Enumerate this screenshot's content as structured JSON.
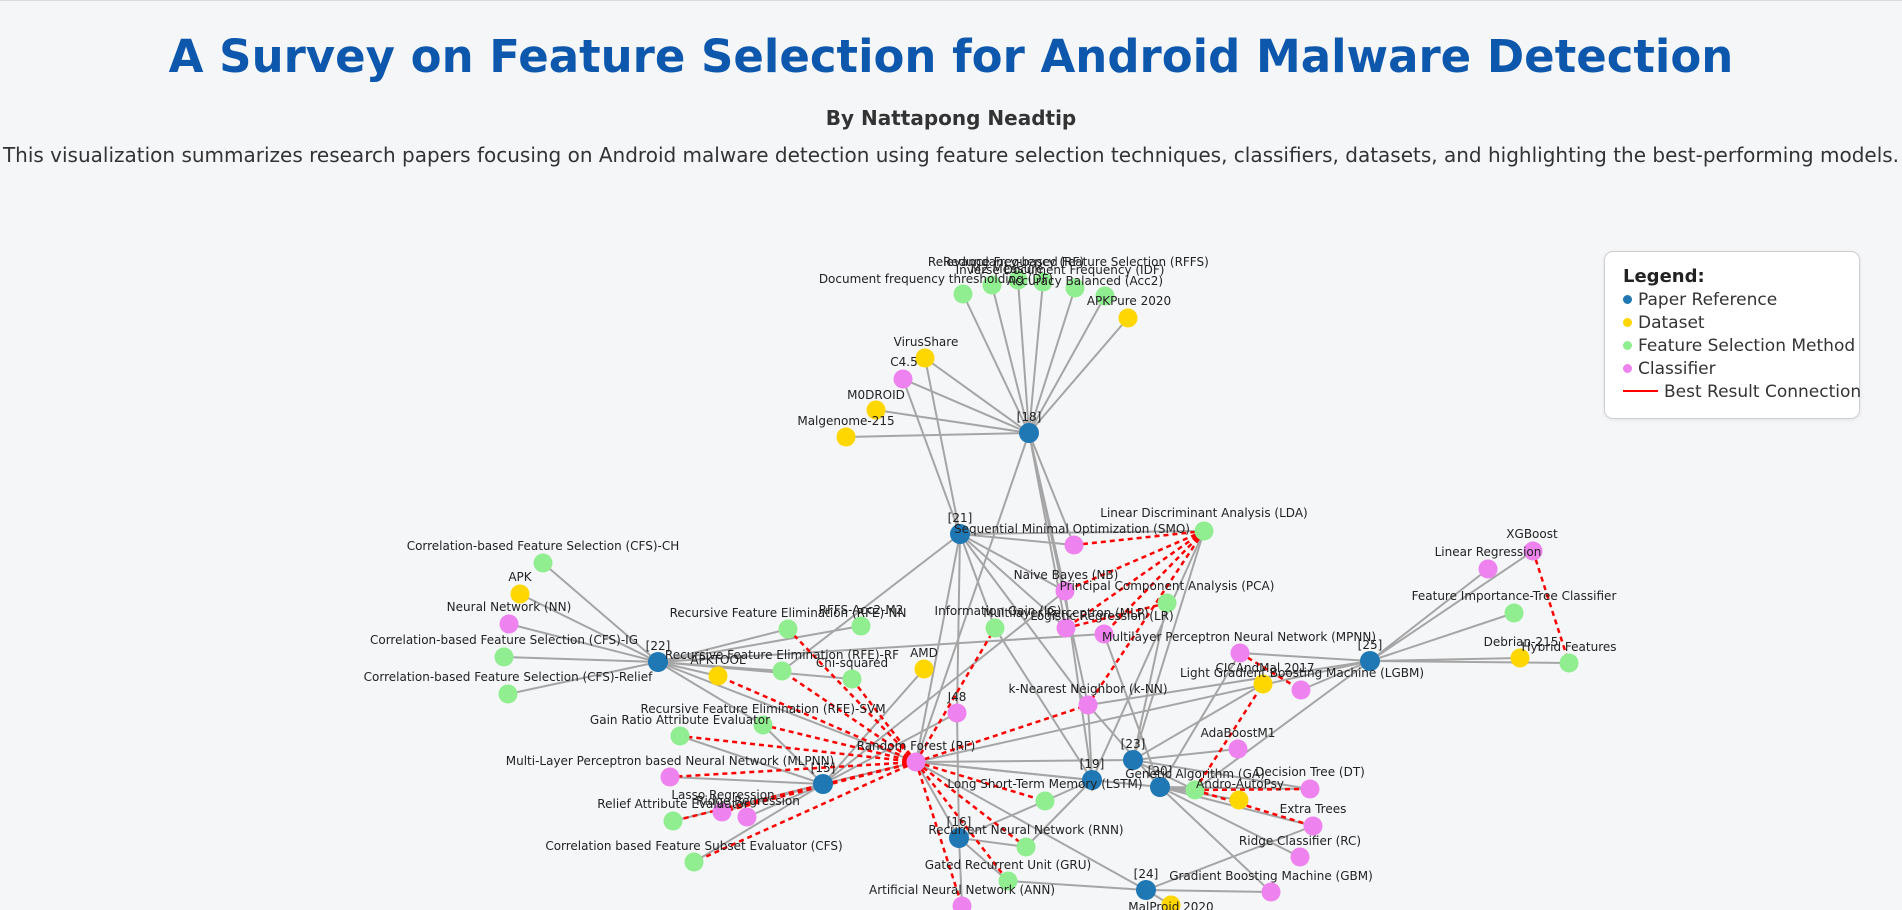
{
  "header": {
    "title": "A Survey on Feature Selection for Android Malware Detection",
    "author": "By Nattapong Neadtip",
    "description": "This visualization summarizes research papers focusing on Android malware detection using feature selection techniques, classifiers, datasets, and highlighting the best-performing models."
  },
  "legend": {
    "title": "Legend:",
    "items": [
      {
        "label": "Paper Reference",
        "color": "#1f77b4",
        "kind": "dot"
      },
      {
        "label": "Dataset",
        "color": "#ffd700",
        "kind": "dot"
      },
      {
        "label": "Feature Selection Method",
        "color": "#90ee90",
        "kind": "dot"
      },
      {
        "label": "Classifier",
        "color": "#ee82ee",
        "kind": "dot"
      },
      {
        "label": "Best Result Connection",
        "color": "#ff0000",
        "kind": "line"
      }
    ]
  },
  "colors": {
    "paper": "#1f77b4",
    "dataset": "#ffd700",
    "feature": "#90ee90",
    "classifier": "#ee82ee",
    "edge": "#a5a5a5",
    "best": "#ff0000"
  },
  "graph": {
    "nodes": [
      {
        "id": "p18",
        "label": "[18]",
        "type": "paper"
      },
      {
        "id": "p21",
        "label": "[21]",
        "type": "paper"
      },
      {
        "id": "p22",
        "label": "[22]",
        "type": "paper"
      },
      {
        "id": "p25",
        "label": "[25]",
        "type": "paper"
      },
      {
        "id": "p15",
        "label": "[15]",
        "type": "paper"
      },
      {
        "id": "p19",
        "label": "[19]",
        "type": "paper"
      },
      {
        "id": "p23",
        "label": "[23]",
        "type": "paper"
      },
      {
        "id": "p20",
        "label": "[20]",
        "type": "paper"
      },
      {
        "id": "p16",
        "label": "[16]",
        "type": "paper"
      },
      {
        "id": "p24",
        "label": "[24]",
        "type": "paper"
      },
      {
        "id": "relevance",
        "label": "Relevance Frequency (RF)",
        "type": "feature"
      },
      {
        "id": "m2",
        "label": "M2 Measure",
        "type": "feature"
      },
      {
        "id": "rrfs",
        "label": "Redundancy-based Feature Selection (RFFS)",
        "type": "feature"
      },
      {
        "id": "idf",
        "label": "Inverse Document Frequency (IDF)",
        "type": "feature"
      },
      {
        "id": "acc2",
        "label": "Accuracy Balanced (Acc2)",
        "type": "feature"
      },
      {
        "id": "dft",
        "label": "Document frequency thresholding (DF)",
        "type": "feature"
      },
      {
        "id": "apkpure",
        "label": "APKPure 2020",
        "type": "dataset"
      },
      {
        "id": "virusshare",
        "label": "VirusShare",
        "type": "dataset"
      },
      {
        "id": "c45",
        "label": "C4.5",
        "type": "classifier"
      },
      {
        "id": "m0droid",
        "label": "M0DROID",
        "type": "dataset"
      },
      {
        "id": "malgenome",
        "label": "Malgenome-215",
        "type": "dataset"
      },
      {
        "id": "smo",
        "label": "Sequential Minimal Optimization (SMO)",
        "type": "classifier"
      },
      {
        "id": "lda",
        "label": "Linear Discriminant Analysis (LDA)",
        "type": "feature"
      },
      {
        "id": "nb",
        "label": "Naive Bayes (NB)",
        "type": "classifier"
      },
      {
        "id": "pca",
        "label": "Principal Component Analysis (PCA)",
        "type": "feature"
      },
      {
        "id": "ig",
        "label": "Information Gain (IG)",
        "type": "feature"
      },
      {
        "id": "mlp",
        "label": "Multilayer Perceptron (MLP)",
        "type": "classifier"
      },
      {
        "id": "lr",
        "label": "Logistic Regression (LR)",
        "type": "classifier"
      },
      {
        "id": "mpnn",
        "label": "Multilayer Perceptron Neural Network (MPNN)",
        "type": "classifier"
      },
      {
        "id": "cicandmal",
        "label": "CICAndMal 2017",
        "type": "dataset"
      },
      {
        "id": "lgbm",
        "label": "Light Gradient Boosting Machine (LGBM)",
        "type": "classifier"
      },
      {
        "id": "knn",
        "label": "k-Nearest Neighbor (k-NN)",
        "type": "classifier"
      },
      {
        "id": "xgboost",
        "label": "XGBoost",
        "type": "classifier"
      },
      {
        "id": "linreg",
        "label": "Linear Regression",
        "type": "classifier"
      },
      {
        "id": "fitc",
        "label": "Feature Importance-Tree Classifier",
        "type": "feature"
      },
      {
        "id": "debrian",
        "label": "Debrian-215",
        "type": "dataset"
      },
      {
        "id": "hybrid",
        "label": "Hybrid Features",
        "type": "feature"
      },
      {
        "id": "cfsch",
        "label": "Correlation-based Feature Selection (CFS)-CH",
        "type": "feature"
      },
      {
        "id": "apk",
        "label": "APK",
        "type": "dataset"
      },
      {
        "id": "nn",
        "label": "Neural Network (NN)",
        "type": "classifier"
      },
      {
        "id": "cfsig",
        "label": "Correlation-based Feature Selection (CFS)-IG",
        "type": "feature"
      },
      {
        "id": "cfsrelief",
        "label": "Correlation-based Feature Selection (CFS)-Relief",
        "type": "feature"
      },
      {
        "id": "rfenn",
        "label": "Recursive Feature Elimination (RFE)-NN",
        "type": "feature"
      },
      {
        "id": "rfsacc2",
        "label": "RFFS-Acc2-M2",
        "type": "feature"
      },
      {
        "id": "rferf",
        "label": "Recursive Feature Elimination (RFE)-RF",
        "type": "feature"
      },
      {
        "id": "apktool",
        "label": "APKTOOL",
        "type": "dataset"
      },
      {
        "id": "chisq",
        "label": "Chi-squared",
        "type": "feature"
      },
      {
        "id": "amd",
        "label": "AMD",
        "type": "dataset"
      },
      {
        "id": "rfesvm",
        "label": "Recursive Feature Elimination (RFE)-SVM",
        "type": "feature"
      },
      {
        "id": "gainratio",
        "label": "Gain Ratio Attribute Evaluator",
        "type": "feature"
      },
      {
        "id": "j48",
        "label": "J48",
        "type": "classifier"
      },
      {
        "id": "randomforest",
        "label": "Random Forest (RF)",
        "type": "classifier"
      },
      {
        "id": "mlpnn",
        "label": "Multi-Layer Perceptron based Neural Network (MLPNN)",
        "type": "classifier"
      },
      {
        "id": "lasso",
        "label": "Lasso Regression",
        "type": "classifier"
      },
      {
        "id": "relief",
        "label": "Relief Attribute Evaluator",
        "type": "feature"
      },
      {
        "id": "ridge",
        "label": "Ridge Regression",
        "type": "classifier"
      },
      {
        "id": "cfse",
        "label": "Correlation based Feature Subset Evaluator (CFS)",
        "type": "feature"
      },
      {
        "id": "lstm",
        "label": "Long Short-Term Memory (LSTM)",
        "type": "feature"
      },
      {
        "id": "adaboost",
        "label": "AdaBoostM1",
        "type": "classifier"
      },
      {
        "id": "ga",
        "label": "Genetic Algorithm (GA)",
        "type": "feature"
      },
      {
        "id": "androauto",
        "label": "Andro-AutoPsy",
        "type": "dataset"
      },
      {
        "id": "dt",
        "label": "Decision Tree (DT)",
        "type": "classifier"
      },
      {
        "id": "extratrees",
        "label": "Extra Trees",
        "type": "classifier"
      },
      {
        "id": "rnn",
        "label": "Recurrent Neural Network (RNN)",
        "type": "feature"
      },
      {
        "id": "rc",
        "label": "Ridge Classifier (RC)",
        "type": "classifier"
      },
      {
        "id": "gru",
        "label": "Gated Recurrent Unit (GRU)",
        "type": "feature"
      },
      {
        "id": "gbm",
        "label": "Gradient Boosting Machine (GBM)",
        "type": "classifier"
      },
      {
        "id": "ann",
        "label": "Artificial Neural Network (ANN)",
        "type": "classifier"
      },
      {
        "id": "malproid",
        "label": "MalProid 2020",
        "type": "dataset"
      }
    ],
    "edges": [
      [
        "p18",
        "relevance"
      ],
      [
        "p18",
        "m2"
      ],
      [
        "p18",
        "rrfs"
      ],
      [
        "p18",
        "idf"
      ],
      [
        "p18",
        "acc2"
      ],
      [
        "p18",
        "dft"
      ],
      [
        "p18",
        "apkpure"
      ],
      [
        "p18",
        "virusshare"
      ],
      [
        "p18",
        "c45"
      ],
      [
        "p18",
        "m0droid"
      ],
      [
        "p18",
        "malgenome"
      ],
      [
        "p18",
        "smo"
      ],
      [
        "p18",
        "nb"
      ],
      [
        "p18",
        "randomforest"
      ],
      [
        "p18",
        "knn"
      ],
      [
        "p18",
        "mlp"
      ],
      [
        "p21",
        "virusshare"
      ],
      [
        "p21",
        "c45"
      ],
      [
        "p21",
        "smo"
      ],
      [
        "p21",
        "ig"
      ],
      [
        "p21",
        "randomforest"
      ],
      [
        "p21",
        "j48"
      ],
      [
        "p21",
        "nb"
      ],
      [
        "p21",
        "lda"
      ],
      [
        "p21",
        "mlp"
      ],
      [
        "p21",
        "knn"
      ],
      [
        "p21",
        "rferf"
      ],
      [
        "p22",
        "cfsch"
      ],
      [
        "p22",
        "apk"
      ],
      [
        "p22",
        "nn"
      ],
      [
        "p22",
        "cfsig"
      ],
      [
        "p22",
        "cfsrelief"
      ],
      [
        "p22",
        "rfenn"
      ],
      [
        "p22",
        "rfsacc2"
      ],
      [
        "p22",
        "rferf"
      ],
      [
        "p22",
        "apktool"
      ],
      [
        "p22",
        "chisq"
      ],
      [
        "p22",
        "rfesvm"
      ],
      [
        "p22",
        "randomforest"
      ],
      [
        "p22",
        "lr"
      ],
      [
        "p25",
        "xgboost"
      ],
      [
        "p25",
        "linreg"
      ],
      [
        "p25",
        "fitc"
      ],
      [
        "p25",
        "debrian"
      ],
      [
        "p25",
        "hybrid"
      ],
      [
        "p25",
        "lgbm"
      ],
      [
        "p25",
        "mpnn"
      ],
      [
        "p25",
        "randomforest"
      ],
      [
        "p25",
        "knn"
      ],
      [
        "p25",
        "ga"
      ],
      [
        "p15",
        "gainratio"
      ],
      [
        "p15",
        "mlpnn"
      ],
      [
        "p15",
        "lasso"
      ],
      [
        "p15",
        "relief"
      ],
      [
        "p15",
        "ridge"
      ],
      [
        "p15",
        "cfse"
      ],
      [
        "p15",
        "randomforest"
      ],
      [
        "p15",
        "amd"
      ],
      [
        "p15",
        "j48"
      ],
      [
        "p15",
        "nb"
      ],
      [
        "p15",
        "rfesvm"
      ],
      [
        "p19",
        "lstm"
      ],
      [
        "p19",
        "randomforest"
      ],
      [
        "p19",
        "knn"
      ],
      [
        "p19",
        "nb"
      ],
      [
        "p19",
        "lda"
      ],
      [
        "p19",
        "rnn"
      ],
      [
        "p19",
        "ig"
      ],
      [
        "p23",
        "adaboost"
      ],
      [
        "p23",
        "ga"
      ],
      [
        "p23",
        "dt"
      ],
      [
        "p23",
        "randomforest"
      ],
      [
        "p23",
        "pca"
      ],
      [
        "p23",
        "lda"
      ],
      [
        "p23",
        "cicandmal"
      ],
      [
        "p20",
        "ga"
      ],
      [
        "p20",
        "androauto"
      ],
      [
        "p20",
        "dt"
      ],
      [
        "p20",
        "extratrees"
      ],
      [
        "p20",
        "rc"
      ],
      [
        "p20",
        "gbm"
      ],
      [
        "p20",
        "lr"
      ],
      [
        "p20",
        "mpnn"
      ],
      [
        "p20",
        "knn"
      ],
      [
        "p20",
        "randomforest"
      ],
      [
        "p16",
        "rnn"
      ],
      [
        "p16",
        "gru"
      ],
      [
        "p16",
        "lstm"
      ],
      [
        "p16",
        "ann"
      ],
      [
        "p16",
        "randomforest"
      ],
      [
        "p16",
        "j48"
      ],
      [
        "p24",
        "malproid"
      ],
      [
        "p24",
        "gbm"
      ],
      [
        "p24",
        "gru"
      ],
      [
        "p24",
        "randomforest"
      ],
      [
        "p24",
        "extratrees"
      ]
    ],
    "best_edges": [
      [
        "lda",
        "nb"
      ],
      [
        "lda",
        "mlp"
      ],
      [
        "lda",
        "lr"
      ],
      [
        "lda",
        "knn"
      ],
      [
        "pca",
        "mlp"
      ],
      [
        "smo",
        "lda"
      ],
      [
        "mpnn",
        "lgbm"
      ],
      [
        "xgboost",
        "hybrid"
      ],
      [
        "randomforest",
        "rferf"
      ],
      [
        "randomforest",
        "rfenn"
      ],
      [
        "randomforest",
        "rfesvm"
      ],
      [
        "randomforest",
        "chisq"
      ],
      [
        "randomforest",
        "gainratio"
      ],
      [
        "randomforest",
        "relief"
      ],
      [
        "randomforest",
        "cfse"
      ],
      [
        "randomforest",
        "lasso"
      ],
      [
        "randomforest",
        "mlpnn"
      ],
      [
        "randomforest",
        "apktool"
      ],
      [
        "randomforest",
        "ig"
      ],
      [
        "randomforest",
        "gru"
      ],
      [
        "randomforest",
        "ann"
      ],
      [
        "randomforest",
        "lstm"
      ],
      [
        "randomforest",
        "knn"
      ],
      [
        "randomforest",
        "rnn"
      ],
      [
        "ga",
        "dt"
      ],
      [
        "ga",
        "extratrees"
      ],
      [
        "ga",
        "cicandmal"
      ]
    ]
  }
}
